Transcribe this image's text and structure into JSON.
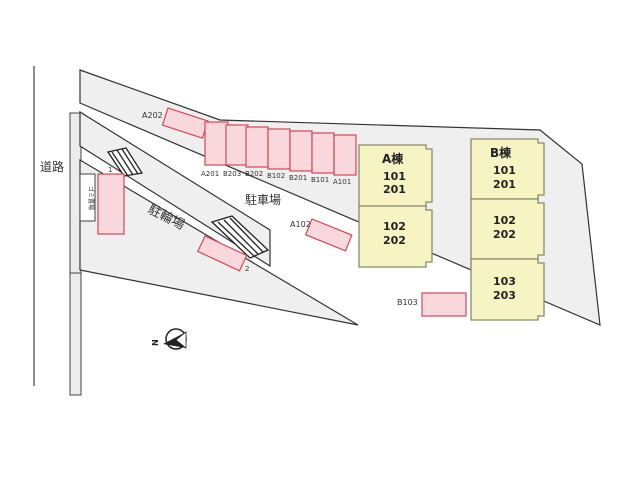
{
  "colors": {
    "lot": "#efefef",
    "outline": "#333333",
    "parking": "#f9d8dd",
    "parking_stroke": "#d4475a",
    "building": "#f6f4c2",
    "building_stroke": "#8a8a6a"
  },
  "road": {
    "label": "道路"
  },
  "garbage": {
    "label": "ゴミ置場"
  },
  "bicycle": {
    "label": "駐輪場",
    "spot1": "1",
    "spot2": "2"
  },
  "parking": {
    "label": "駐車場",
    "spots": [
      "A201",
      "B203",
      "B202",
      "B102",
      "B201",
      "B101",
      "A101"
    ],
    "a202": "A202",
    "a102": "A102",
    "b103": "B103"
  },
  "building_a": {
    "name": "A棟",
    "units": [
      "101",
      "201",
      "102",
      "202"
    ]
  },
  "building_b": {
    "name": "B棟",
    "units": [
      "101",
      "201",
      "102",
      "202",
      "103",
      "203"
    ]
  },
  "compass": {
    "label": "N",
    "icon": "north-arrow-icon"
  }
}
